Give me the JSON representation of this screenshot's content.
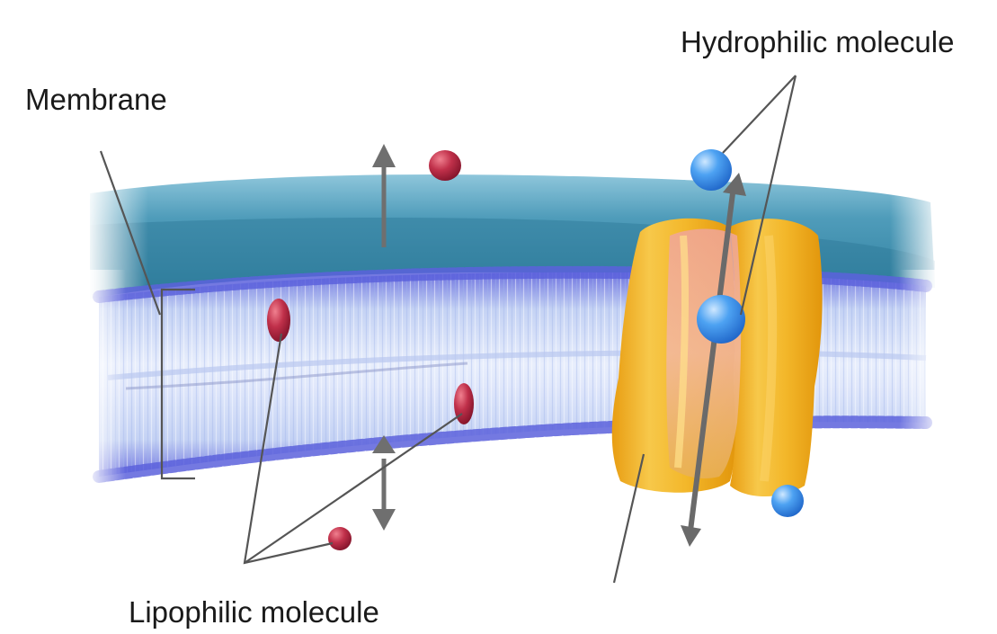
{
  "labels": {
    "membrane": "Membrane",
    "hydrophilic": "Hydrophilic molecule",
    "lipophilic": "Lipophilic molecule"
  },
  "colors": {
    "water_top": "#3e8fae",
    "lipid_heads": "#5c62dc",
    "lipid_tails": "#c9d6f4",
    "lipophilic_molecule": "#b5263f",
    "hydrophilic_molecule": "#3a8fe8",
    "channel_protein": "#f2b81e",
    "arrows": "#6f6f6f",
    "leader_lines": "#555555"
  }
}
